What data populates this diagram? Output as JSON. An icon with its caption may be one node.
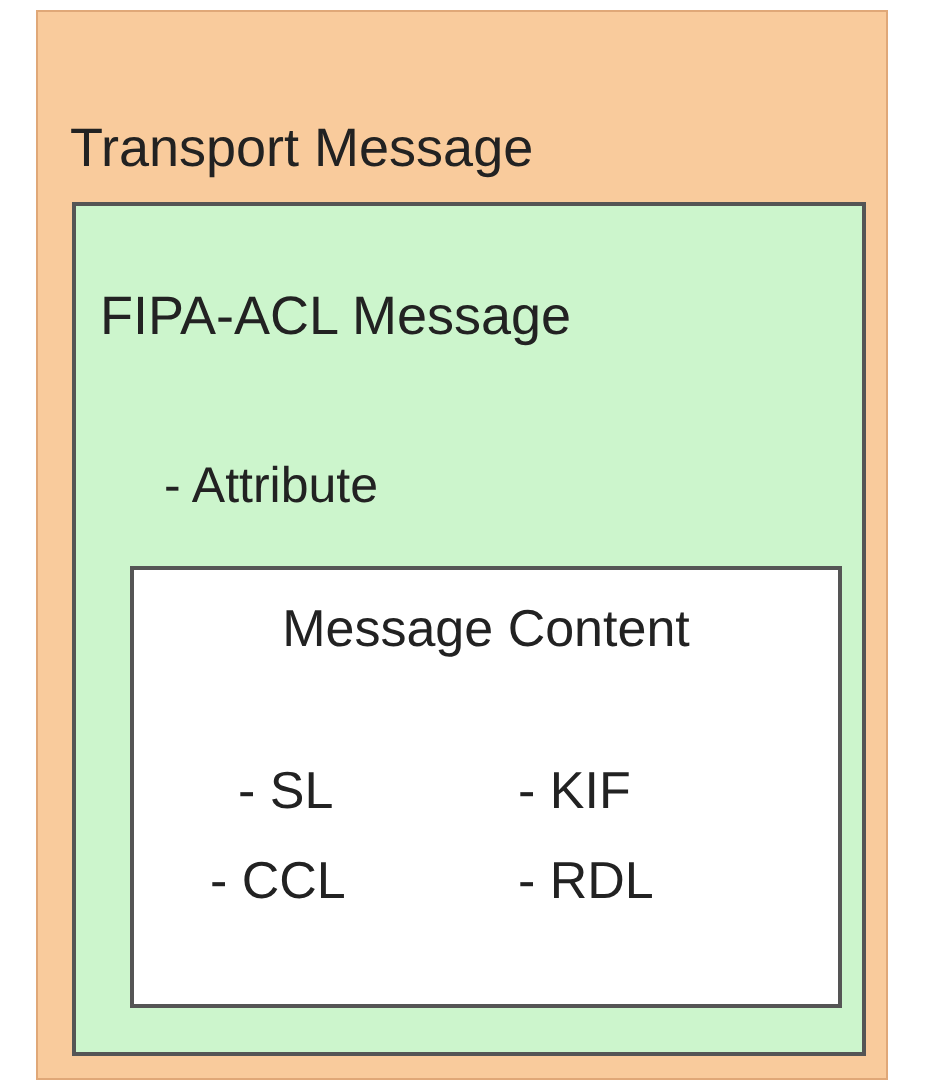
{
  "diagram": {
    "nodes": [
      {
        "text": [
          "Transport Message"
        ]
      },
      {
        "text": [
          "FIPA-ACL Message",
          "- Attribute"
        ],
        "in": 0
      },
      {
        "text": [
          "Message Content",
          "- SL",
          "- KIF",
          "- CCL",
          "- RDL"
        ],
        "in": 1
      }
    ]
  }
}
